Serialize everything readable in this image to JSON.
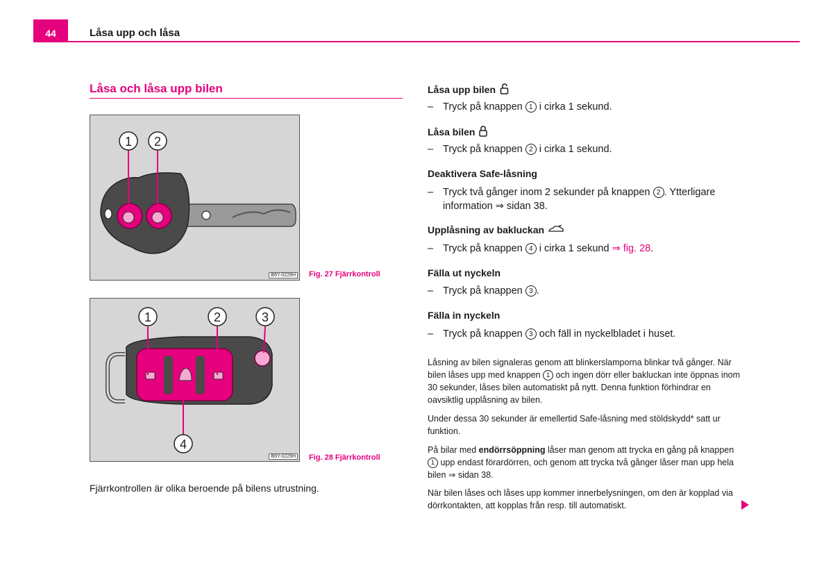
{
  "header": {
    "page_number": "44",
    "running_title": "Låsa upp och låsa"
  },
  "left": {
    "section_title": "Låsa och låsa upp bilen",
    "fig1": {
      "code": "B6Y-0228H",
      "caption": "Fig. 27   Fjärrkontroll",
      "callouts": [
        "1",
        "2"
      ]
    },
    "fig2": {
      "code": "B6Y-0229H",
      "caption": "Fig. 28   Fjärrkontroll",
      "callouts": [
        "1",
        "2",
        "3",
        "4"
      ]
    },
    "note": "Fjärrkontrollen är olika beroende på bilens utrustning."
  },
  "right": {
    "s1": {
      "heading": "Låsa upp bilen",
      "icon": "unlocked-padlock-icon",
      "pre": "Tryck på knappen",
      "btn": "1",
      "post": " i cirka 1 sekund."
    },
    "s2": {
      "heading": "Låsa bilen",
      "icon": "locked-padlock-icon",
      "pre": "Tryck på knappen",
      "btn": "2",
      "post": " i cirka 1 sekund."
    },
    "s3": {
      "heading": "Deaktivera Safe-låsning",
      "pre": "Tryck två gånger inom 2 sekunder på knappen",
      "btn": "2",
      "post": ". Ytterligare",
      "line2": "information ⇒ sidan 38."
    },
    "s4": {
      "heading": "Upplåsning av bakluckan",
      "icon": "car-trunk-icon",
      "pre": "Tryck på knappen",
      "btn": "4",
      "post": " i cirka 1 sekund ",
      "link": "⇒ fig. 28",
      "end": "."
    },
    "s5": {
      "heading": "Fälla ut nyckeln",
      "pre": "Tryck på knappen",
      "btn": "3",
      "post": "."
    },
    "s6": {
      "heading": "Fälla in nyckeln",
      "pre": "Tryck på knappen",
      "btn": "3",
      "post": " och fäll in nyckelbladet i huset."
    },
    "dash": "–",
    "p1": {
      "a": "Låsning av bilen signaleras genom att blinkerslamporna blinkar två gånger. När bilen låses upp med knappen",
      "btn": "1",
      "b": " och ingen dörr eller bakluckan inte öppnas inom 30 sekunder, låses bilen automatiskt på nytt. Denna funktion förhindrar en oavsiktlig upplåsning av bilen."
    },
    "p2": "Under dessa 30 sekunder är emellertid Safe-låsning med stöldskydd* satt ur funktion.",
    "p3": {
      "a": "På bilar med ",
      "bold": "endörrsöppning",
      "b": " låser man genom att trycka en gång på knappen",
      "btn": "1",
      "c": " upp endast förardörren, och genom att trycka två gånger låser man upp hela bilen ⇒ sidan 38."
    },
    "p4": "När bilen låses och låses upp kommer innerbelysningen, om den är kopplad via dörrkontakten, att kopplas från resp. till automatiskt."
  },
  "colors": {
    "accent": "#e5007d",
    "figure_bg": "#d6d6d6",
    "key_body": "#4a4a4a"
  }
}
